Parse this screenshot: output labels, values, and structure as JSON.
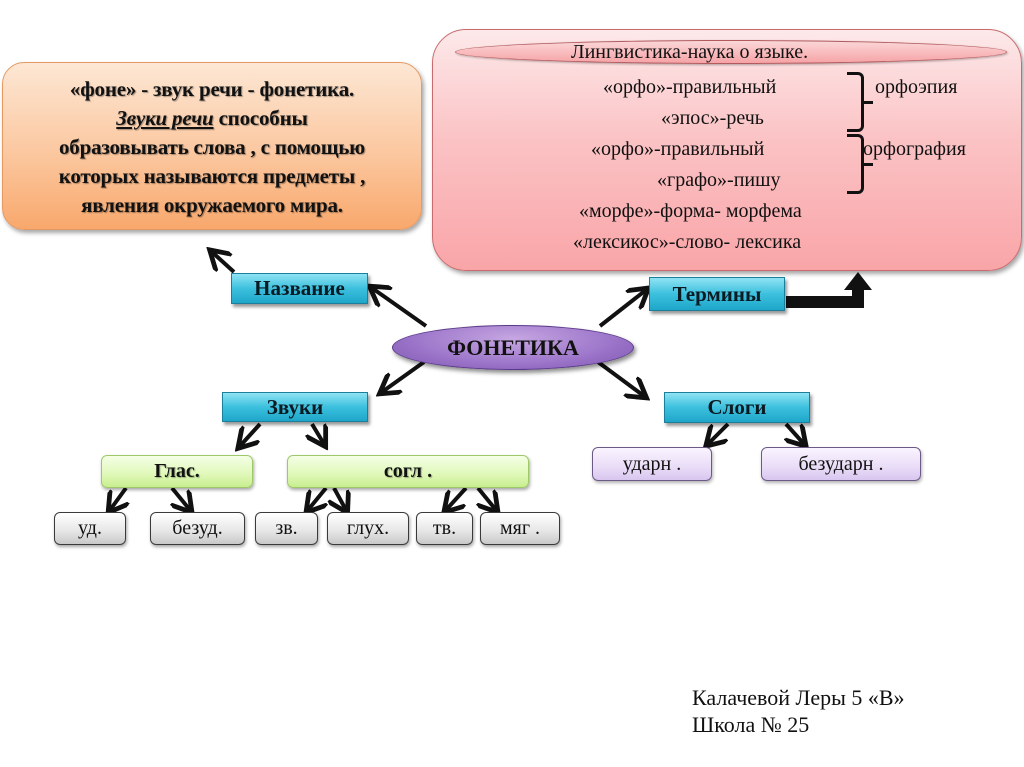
{
  "slide": {
    "center": "ФОНЕТИКА",
    "info_box": {
      "line1": "«фоне» - звук речи - фонетика.",
      "line2_underlined": "Звуки  речи",
      "line2_rest": " способны",
      "line3": "образовывать слова , с помощью",
      "line4": "которых называются предметы ,",
      "line5": "явления окружаемого мира."
    },
    "terms_box": {
      "title": "Лингвистика-наука  о языке.",
      "lines": [
        "«орфо»-правильный",
        "«эпос»-речь",
        "«орфо»-правильный",
        "«графо»-пишу",
        "«морфе»-форма- морфема",
        "«лексикос»-слово- лексика"
      ],
      "brace_labels": [
        "орфоэпия",
        "орфография"
      ]
    },
    "nodes": {
      "name": "Название",
      "terms": "Термины",
      "sounds": "Звуки",
      "syllables": "Слоги"
    },
    "sound_types": {
      "vowels": "Глас.",
      "consonants": "согл ."
    },
    "vowel_children": [
      "уд.",
      "безуд."
    ],
    "consonant_children": [
      "зв.",
      "глух.",
      "тв.",
      "мяг ."
    ],
    "syllable_children": [
      "ударн .",
      "безударн  ."
    ],
    "author": {
      "line1": "Калачевой Леры 5 «В»",
      "line2": "Школа № 25"
    },
    "colors": {
      "info_box": "#fbc79f",
      "terms_box": "#fbc3c5",
      "blue_node": "#3cc0de",
      "center_oval": "#9b74c9",
      "green_node": "#dff8b8",
      "gray_node": "#e8e8e8",
      "purple_node": "#e9dcf7"
    }
  }
}
